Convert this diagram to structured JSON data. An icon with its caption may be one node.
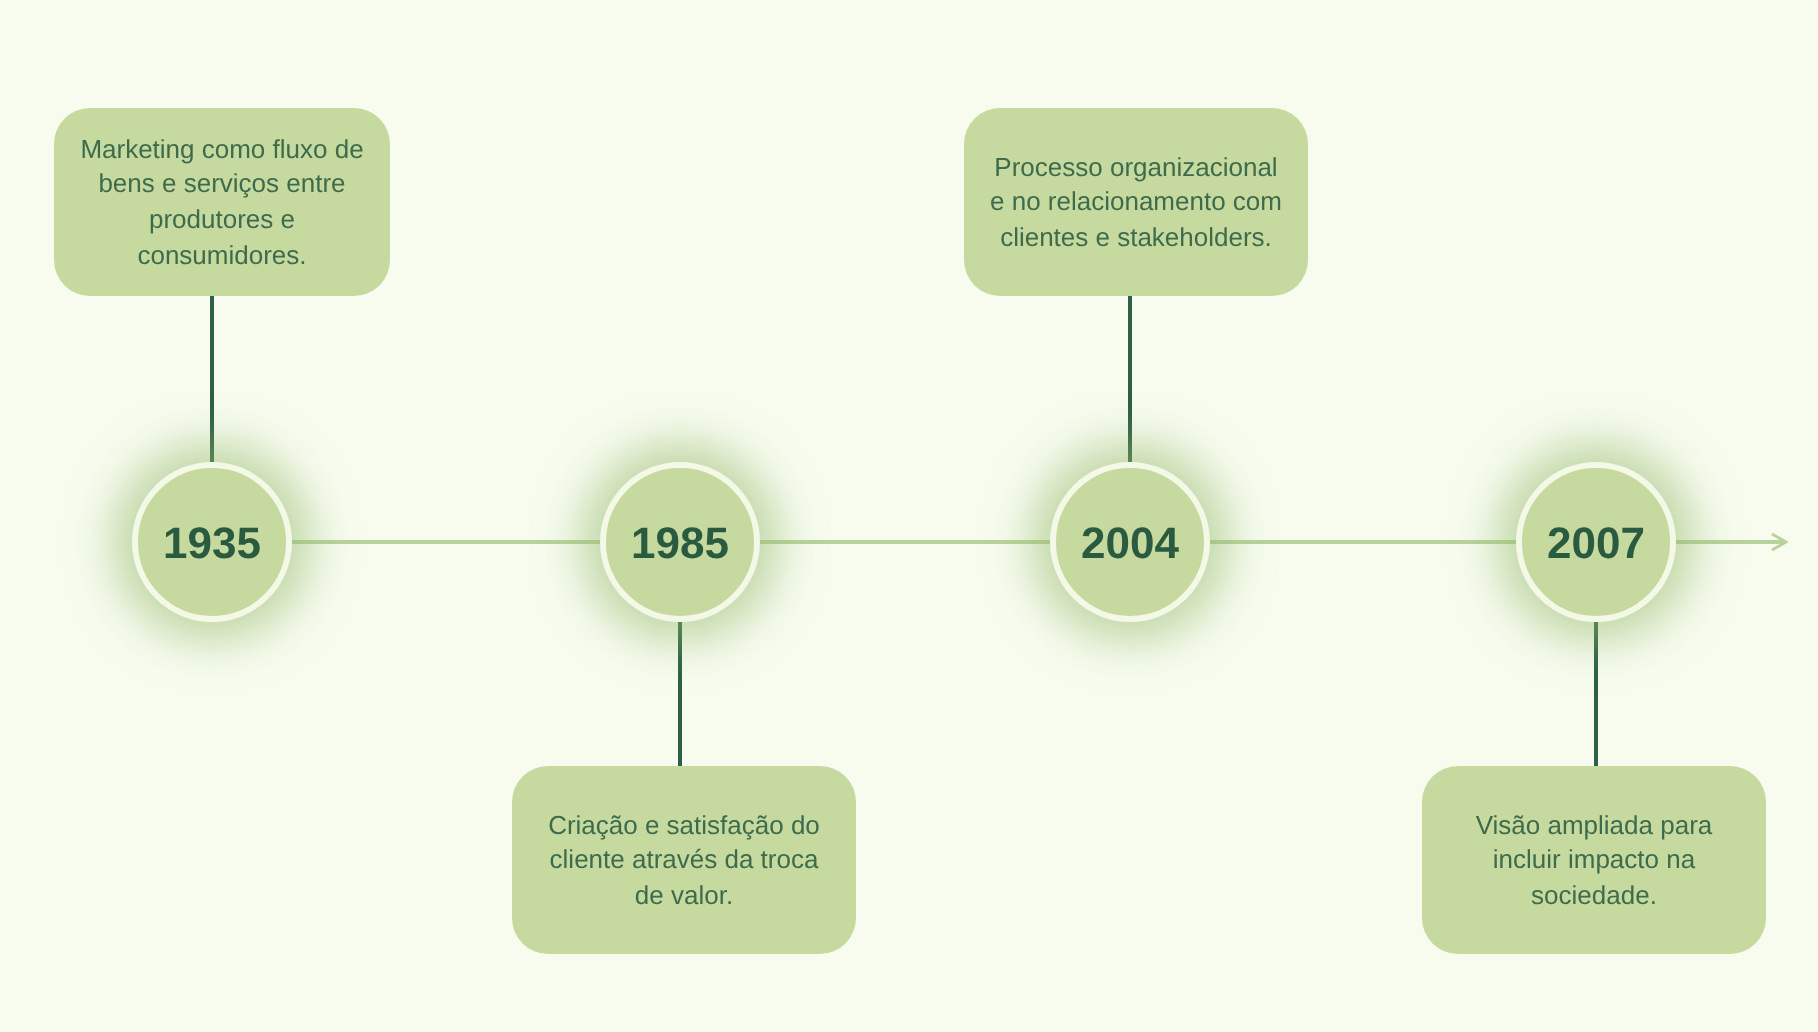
{
  "diagram": {
    "nodes": [
      {
        "text": [
          "Marketing como fluxo de bens e serviços entre produtores e consumidores."
        ]
      },
      {
        "text": [
          "Processo organizacional e no relacionamento com clientes e stakeholders."
        ]
      },
      {
        "text": [
          "1935"
        ]
      },
      {
        "text": [
          "1985"
        ]
      },
      {
        "text": [
          "2004"
        ]
      },
      {
        "text": [
          "2007"
        ]
      },
      {
        "text": [
          "Criação e satisfação do cliente através da troca de valor."
        ]
      },
      {
        "text": [
          "Visão ampliada para incluir impacto na sociedade."
        ]
      }
    ],
    "edges": [
      {
        "from": 0,
        "to": 2,
        "arrow": "none"
      },
      {
        "from": 1,
        "to": 4,
        "arrow": "none"
      },
      {
        "from": 2,
        "to": 3,
        "arrow": "none",
        "color": "#b8d29c"
      },
      {
        "from": 3,
        "to": 4,
        "arrow": "none",
        "color": "#b8d29c"
      },
      {
        "from": 4,
        "to": 5,
        "arrow": "none",
        "color": "#b8d29c"
      },
      {
        "from": 5,
        "to": null,
        "arrow": "to",
        "color": "#b8d29c"
      },
      {
        "from": 3,
        "to": 6,
        "arrow": "none"
      },
      {
        "from": 5,
        "to": 7,
        "arrow": "none"
      }
    ]
  }
}
